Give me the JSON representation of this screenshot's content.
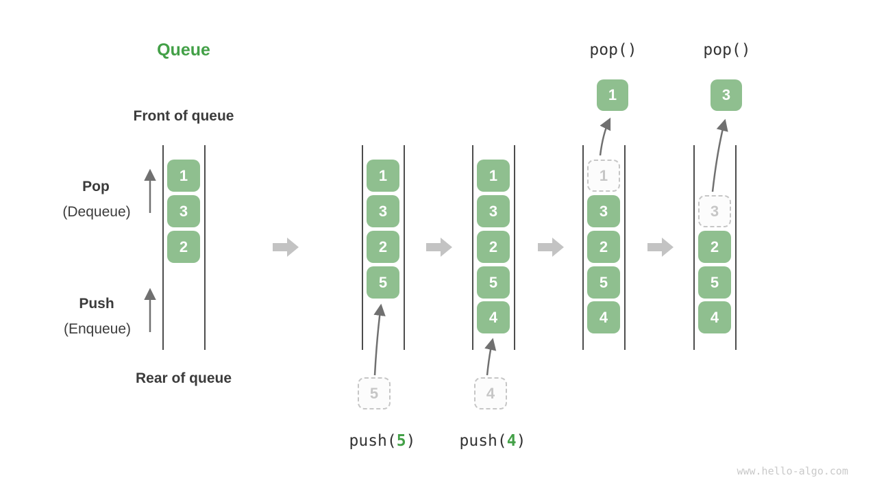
{
  "title": "Queue",
  "side_labels": {
    "front": "Front of queue",
    "rear": "Rear of queue",
    "pop": "Pop",
    "pop_alt": "(Dequeue)",
    "push": "Push",
    "push_alt": "(Enqueue)"
  },
  "states": [
    {
      "cells": [
        "1",
        "3",
        "2"
      ]
    },
    {
      "cells": [
        "1",
        "3",
        "2",
        "5"
      ],
      "pending": "5",
      "op_prefix": "push(",
      "op_arg": "5",
      "op_suffix": ")"
    },
    {
      "cells": [
        "1",
        "3",
        "2",
        "5",
        "4"
      ],
      "pending": "4",
      "op_prefix": "push(",
      "op_arg": "4",
      "op_suffix": ")"
    },
    {
      "ghost": "1",
      "cells": [
        "3",
        "2",
        "5",
        "4"
      ],
      "popped": "1",
      "op_label": "pop()"
    },
    {
      "ghost": "3",
      "cells": [
        "2",
        "5",
        "4"
      ],
      "popped": "3",
      "op_label": "pop()"
    }
  ],
  "watermark": "www.hello-algo.com",
  "colors": {
    "cell_green": "#8FBF8F",
    "accent_green": "#43A047",
    "text_dark": "#3B3B3B",
    "arrow_gray": "#707070",
    "flow_arrow_gray": "#C3C3C3",
    "ghost_gray": "#C6C6C6",
    "wall_gray": "#4C4C4C",
    "watermark_gray": "#C9C9C9"
  }
}
